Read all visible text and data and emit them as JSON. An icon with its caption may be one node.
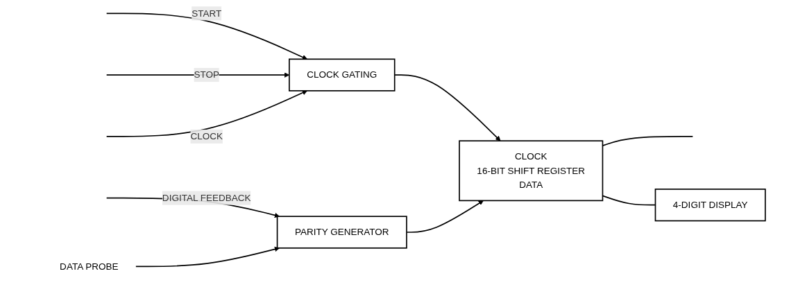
{
  "diagram": {
    "nodes": [
      {
        "text": [
          "CLOCK GATING"
        ]
      },
      {
        "text": [
          "DATA PROBE"
        ]
      },
      {
        "text": [
          "PARITY GENERATOR"
        ]
      },
      {
        "text": [
          "CLOCK",
          "16-BIT SHIFT REGISTER",
          "DATA"
        ]
      },
      {
        "text": [
          "4-DIGIT DISPLAY"
        ]
      }
    ],
    "edges": [
      {
        "from": null,
        "to": 0,
        "label": "START",
        "arrow": "to"
      },
      {
        "from": null,
        "to": 0,
        "label": "STOP",
        "arrow": "to"
      },
      {
        "from": null,
        "to": 0,
        "label": "CLOCK",
        "arrow": "to"
      },
      {
        "from": null,
        "to": 2,
        "label": "DIGITAL FEEDBACK",
        "arrow": "to"
      },
      {
        "from": 0,
        "to": 3,
        "arrow": "to"
      },
      {
        "from": 1,
        "to": 2,
        "arrow": "to"
      },
      {
        "from": 2,
        "to": 3,
        "arrow": "to"
      },
      {
        "from": 3,
        "to": null,
        "arrow": "none"
      },
      {
        "from": 3,
        "to": 4,
        "arrow": "none"
      }
    ]
  }
}
